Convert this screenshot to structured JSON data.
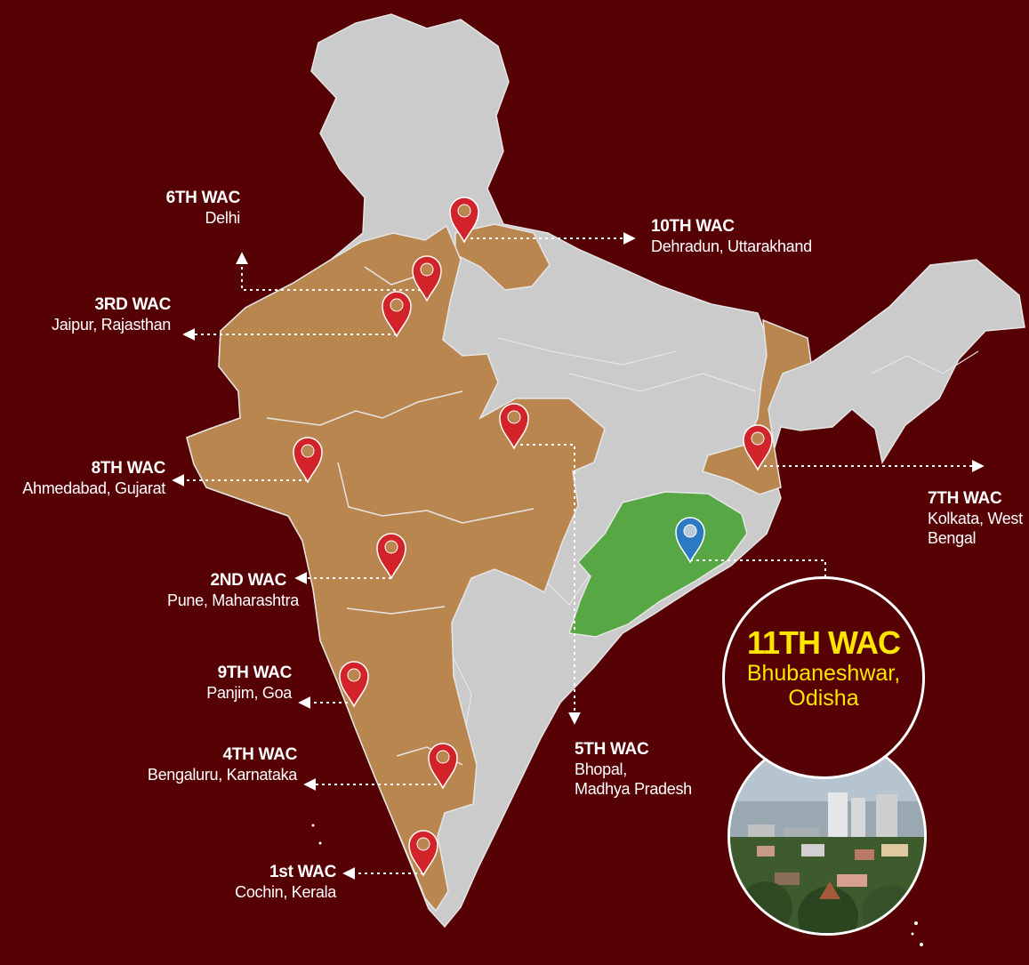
{
  "colors": {
    "background": "#560103",
    "land": "#cbcbcb",
    "host_state": "#b9864f",
    "highlight_state": "#58a745",
    "past_marker": "#d3232a",
    "current_marker": "#2d79c1",
    "highlight_text": "#ffe600"
  },
  "icons": {
    "past_marker": "map-pin-icon-red",
    "current_marker": "map-pin-icon-blue",
    "arrow": "arrow-head-icon"
  },
  "editions": [
    {
      "id": "wac-6",
      "title": "6TH WAC",
      "city": "Delhi"
    },
    {
      "id": "wac-10",
      "title": "10TH WAC",
      "city": "Dehradun, Uttarakhand"
    },
    {
      "id": "wac-3",
      "title": "3RD WAC",
      "city": "Jaipur, Rajasthan"
    },
    {
      "id": "wac-8",
      "title": "8TH WAC",
      "city": "Ahmedabad, Gujarat"
    },
    {
      "id": "wac-7",
      "title": "7TH WAC",
      "city": "Kolkata, West",
      "city2": "Bengal"
    },
    {
      "id": "wac-2",
      "title": "2ND WAC",
      "city": "Pune, Maharashtra"
    },
    {
      "id": "wac-9",
      "title": "9TH WAC",
      "city": "Panjim, Goa"
    },
    {
      "id": "wac-4",
      "title": "4TH WAC",
      "city": "Bengaluru, Karnataka"
    },
    {
      "id": "wac-5",
      "title": "5TH WAC",
      "city": "Bhopal,",
      "city2": "Madhya Pradesh"
    },
    {
      "id": "wac-1",
      "title": "1st WAC",
      "city": "Cochin, Kerala"
    }
  ],
  "highlight": {
    "title": "11TH WAC",
    "city": "Bhubaneshwar,",
    "city2": "Odisha"
  }
}
